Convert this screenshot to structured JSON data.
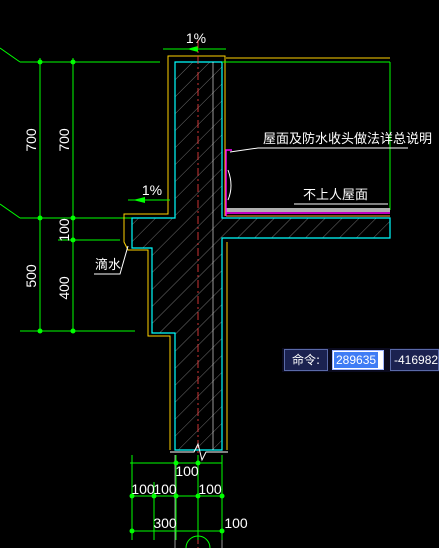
{
  "dimensions": {
    "left_outer_top": "700",
    "left_outer_bottom": "500",
    "left_inner_top": "700",
    "left_inner_mid": "100",
    "left_inner_bottom": "400",
    "bottom_top": "100",
    "bottom_seg1": "100",
    "bottom_seg2": "100",
    "bottom_seg3": "100",
    "bottom_total": "300",
    "bottom_right": "100"
  },
  "annotations": {
    "slope_top": "1%",
    "slope_left": "1%",
    "roof_note": "屋面及防水收头做法详总说明",
    "roof_type": "不上人屋面",
    "drip": "滴水"
  },
  "command": {
    "label": "命令:",
    "x_value": "289635",
    "y_value": "-416982"
  },
  "colors": {
    "background": "#000000",
    "dimension_green": "#00ff00",
    "concrete_cyan": "#00ffff",
    "outline_yellow": "#ffd200",
    "center_red": "#ff4040",
    "membrane_magenta": "#ff00ff",
    "finish_orange": "#ff9c30",
    "text_white": "#ffffff"
  }
}
